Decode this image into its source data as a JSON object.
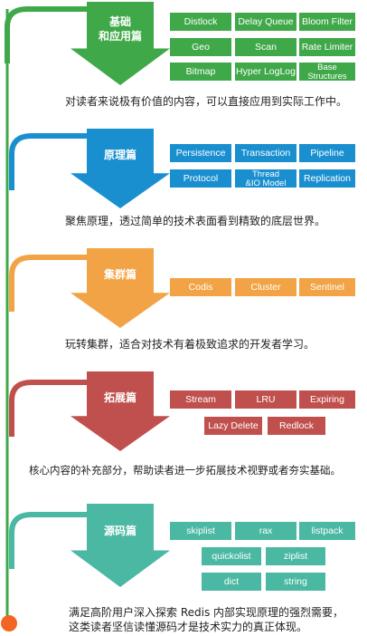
{
  "colors": {
    "green": "#3fa848",
    "blue": "#1a8fd0",
    "orange": "#f2a345",
    "red": "#c0504d",
    "teal": "#4ab8a2",
    "dot": "#f26522"
  },
  "sections": [
    {
      "title": "基础\n和应用篇",
      "color": "#3fa848",
      "tags": [
        [
          "Distlock",
          "Delay Queue",
          "Bloom Filter"
        ],
        [
          "Geo",
          "Scan",
          "Rate Limiter"
        ],
        [
          "Bitmap",
          "Hyper LogLog",
          "Base\nStructures"
        ]
      ],
      "description": "对读者来说极有价值的内容，可以直接应用到实际工作中。"
    },
    {
      "title": "原理篇",
      "color": "#1a8fd0",
      "tags": [
        [
          "Persistence",
          "Transaction",
          "Pipeline"
        ],
        [
          "Protocol",
          "Thread\n&IO Model",
          "Replication"
        ]
      ],
      "description": "聚焦原理，透过简单的技术表面看到精致的底层世界。"
    },
    {
      "title": "集群篇",
      "color": "#f2a345",
      "tags": [
        [
          "Codis",
          "Cluster",
          "Sentinel"
        ]
      ],
      "description": "玩转集群，适合对技术有着极致追求的开发者学习。"
    },
    {
      "title": "拓展篇",
      "color": "#c0504d",
      "tags": [
        [
          "Stream",
          "LRU",
          "Expiring"
        ],
        [
          "Lazy Delete",
          "Redlock"
        ]
      ],
      "description": "核心内容的补充部分，帮助读者进一步拓展技术视野或者夯实基础。"
    },
    {
      "title": "源码篇",
      "color": "#4ab8a2",
      "tags": [
        [
          "skiplist",
          "rax",
          "listpack"
        ],
        [
          "quickolist",
          "ziplist"
        ],
        [
          "dict",
          "string"
        ]
      ],
      "description": "满足高阶用户深入探索 Redis 内部实现原理的强烈需要，\n这类读者坚信读懂源码才是技术实力的真正体现。"
    }
  ]
}
